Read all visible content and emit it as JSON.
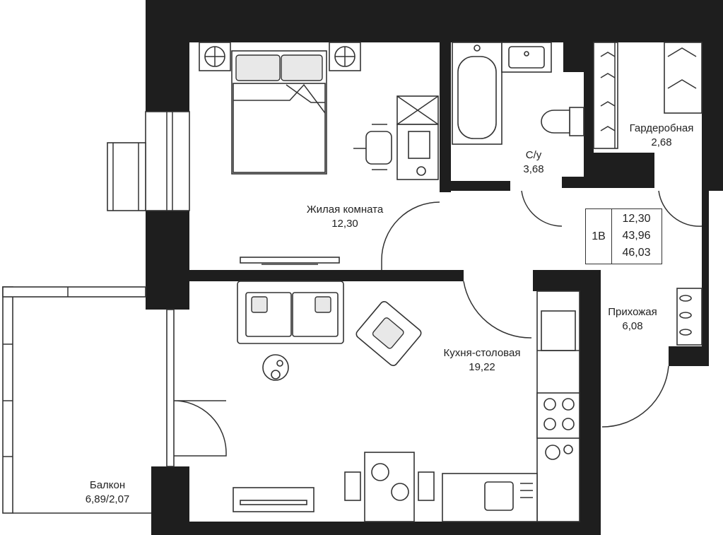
{
  "rooms": {
    "living": {
      "name": "Жилая комната",
      "area": "12,30"
    },
    "bathroom": {
      "name": "С/у",
      "area": "3,68"
    },
    "wardrobe": {
      "name": "Гардеробная",
      "area": "2,68"
    },
    "kitchen": {
      "name": "Кухня-столовая",
      "area": "19,22"
    },
    "hallway": {
      "name": "Прихожая",
      "area": "6,08"
    },
    "balcony": {
      "name": "Балкон",
      "area": "6,89/2,07"
    }
  },
  "summary": {
    "type": "1В",
    "living_area": "12,30",
    "total_area": "43,96",
    "area_with_balcony": "46,03"
  },
  "colors": {
    "wall": "#1e1e1e",
    "line": "#333333",
    "background": "#ffffff"
  }
}
